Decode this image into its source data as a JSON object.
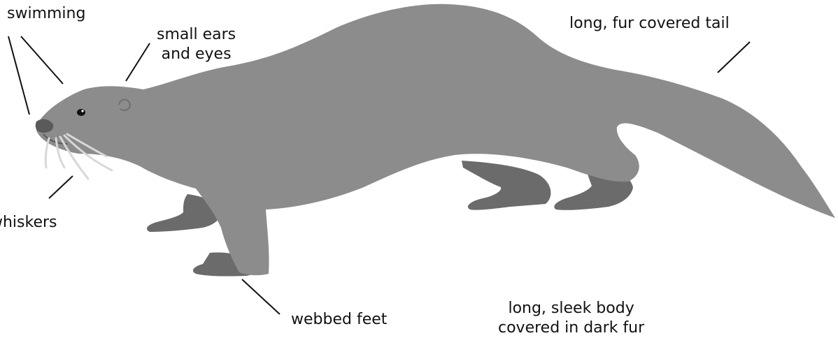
{
  "labels": {
    "swimming": "swimming",
    "small_ears_line1": "small ears",
    "small_ears_line2": "and eyes",
    "tail": "long, fur covered tail",
    "whiskers": "whiskers",
    "webbed_feet": "webbed feet",
    "body_line1": "long, sleek body",
    "body_line2": "covered in dark fur"
  },
  "colors": {
    "fur": "#8c8c8c",
    "dark_fur": "#6b6b6b",
    "nose": "#5a5a5a",
    "whisker": "#d8d8d8",
    "line": "#111111"
  }
}
